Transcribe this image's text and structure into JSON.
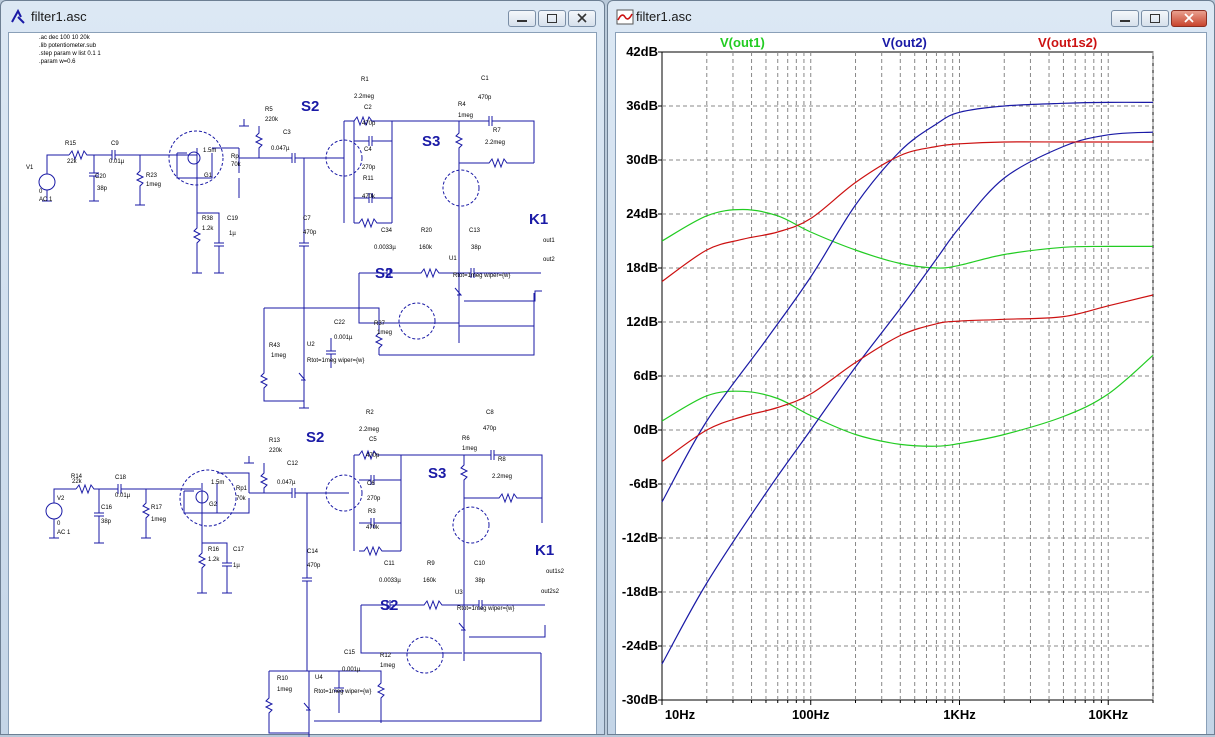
{
  "left_window": {
    "title": "filter1.asc",
    "directives": [
      ".ac dec 100 10 20k",
      ".lib potentiometer.sub",
      ".step param w list 0.1 1",
      ".param w=0.6"
    ],
    "labels": [
      {
        "t": "R15"
      },
      {
        "t": "22k"
      },
      {
        "t": "C9"
      },
      {
        "t": "0.01µ"
      },
      {
        "t": "V1"
      },
      {
        "t": "0"
      },
      {
        "t": "AC 1"
      },
      {
        "t": "C20"
      },
      {
        "t": "38p"
      },
      {
        "t": "R23"
      },
      {
        "t": "1meg"
      },
      {
        "t": "1.5m"
      },
      {
        "t": "Rp"
      },
      {
        "t": "70k"
      },
      {
        "t": "G1"
      },
      {
        "t": "R38"
      },
      {
        "t": "1.2k"
      },
      {
        "t": "C19"
      },
      {
        "t": "1µ"
      },
      {
        "t": "R5"
      },
      {
        "t": "220k"
      },
      {
        "t": "C3"
      },
      {
        "t": "0.047µ"
      },
      {
        "t": "R1"
      },
      {
        "t": "2.2meg"
      },
      {
        "t": "C2"
      },
      {
        "t": "470p"
      },
      {
        "t": "C4"
      },
      {
        "t": "270p"
      },
      {
        "t": "R11"
      },
      {
        "t": "470k"
      },
      {
        "t": "C1"
      },
      {
        "t": "470p"
      },
      {
        "t": "R4"
      },
      {
        "t": "1meg"
      },
      {
        "t": "R7"
      },
      {
        "t": "2.2meg"
      },
      {
        "t": "C7"
      },
      {
        "t": "470p"
      },
      {
        "t": "C34"
      },
      {
        "t": "0.0033µ"
      },
      {
        "t": "R20"
      },
      {
        "t": "160k"
      },
      {
        "t": "C13"
      },
      {
        "t": "38p"
      },
      {
        "t": "out1"
      },
      {
        "t": "U1"
      },
      {
        "t": "Rtot=1meg wiper={w}"
      },
      {
        "t": "out2"
      },
      {
        "t": "R43"
      },
      {
        "t": "1meg"
      },
      {
        "t": "U2"
      },
      {
        "t": "Rtot=1meg wiper={w}"
      },
      {
        "t": "C22"
      },
      {
        "t": "0.001µ"
      },
      {
        "t": "R37"
      },
      {
        "t": "1meg"
      },
      {
        "t": "R14"
      },
      {
        "t": "22k"
      },
      {
        "t": "C18"
      },
      {
        "t": "0.01µ"
      },
      {
        "t": "V2"
      },
      {
        "t": "0"
      },
      {
        "t": "AC 1"
      },
      {
        "t": "C16"
      },
      {
        "t": "38p"
      },
      {
        "t": "R17"
      },
      {
        "t": "1meg"
      },
      {
        "t": "1.5m"
      },
      {
        "t": "Rp1"
      },
      {
        "t": "70k"
      },
      {
        "t": "G2"
      },
      {
        "t": "R16"
      },
      {
        "t": "1.2k"
      },
      {
        "t": "C17"
      },
      {
        "t": "1µ"
      },
      {
        "t": "R13"
      },
      {
        "t": "220k"
      },
      {
        "t": "C12"
      },
      {
        "t": "0.047µ"
      },
      {
        "t": "R2"
      },
      {
        "t": "2.2meg"
      },
      {
        "t": "C5"
      },
      {
        "t": "470p"
      },
      {
        "t": "C6"
      },
      {
        "t": "270p"
      },
      {
        "t": "R3"
      },
      {
        "t": "470k"
      },
      {
        "t": "C8"
      },
      {
        "t": "470p"
      },
      {
        "t": "R6"
      },
      {
        "t": "1meg"
      },
      {
        "t": "R8"
      },
      {
        "t": "2.2meg"
      },
      {
        "t": "C14"
      },
      {
        "t": "470p"
      },
      {
        "t": "C11"
      },
      {
        "t": "0.0033µ"
      },
      {
        "t": "R9"
      },
      {
        "t": "160k"
      },
      {
        "t": "C10"
      },
      {
        "t": "38p"
      },
      {
        "t": "out1s2"
      },
      {
        "t": "U3"
      },
      {
        "t": "Rtot=1meg wiper={w}"
      },
      {
        "t": "out2s2"
      },
      {
        "t": "R10"
      },
      {
        "t": "1meg"
      },
      {
        "t": "U4"
      },
      {
        "t": "Rtot=1meg wiper={w}"
      },
      {
        "t": "C15"
      },
      {
        "t": "0.001µ"
      },
      {
        "t": "R12"
      },
      {
        "t": "1meg"
      }
    ],
    "big_labels": [
      {
        "t": "S2"
      },
      {
        "t": "S3"
      },
      {
        "t": "K1"
      },
      {
        "t": "S2"
      },
      {
        "t": "S2"
      },
      {
        "t": "S3"
      },
      {
        "t": "K1"
      },
      {
        "t": "S2"
      }
    ]
  },
  "right_window": {
    "title": "filter1.asc",
    "legend": [
      {
        "name": "V(out1)",
        "color": "#22cc22"
      },
      {
        "name": "V(out2)",
        "color": "#1a1aa6"
      },
      {
        "name": "V(out1s2)",
        "color": "#cc1111"
      }
    ],
    "y_ticks": [
      "42dB",
      "36dB",
      "30dB",
      "24dB",
      "18dB",
      "12dB",
      "6dB",
      "0dB",
      "-6dB",
      "-12dB",
      "-18dB",
      "-24dB",
      "-30dB"
    ],
    "x_ticks": [
      "10Hz",
      "100Hz",
      "1KHz",
      "10KHz"
    ]
  },
  "chart_data": {
    "type": "line",
    "xscale": "log",
    "xlim": [
      10,
      20000
    ],
    "ylim": [
      -30,
      42
    ],
    "grid": true,
    "ylabel": "",
    "xlabel": "",
    "series": [
      {
        "name": "V(out1)",
        "color": "#22cc22",
        "x": [
          10,
          20,
          35,
          60,
          100,
          200,
          400,
          700,
          1000,
          2000,
          5000,
          10000,
          20000
        ],
        "y": [
          21,
          23.8,
          24.5,
          23.8,
          22,
          20,
          18.5,
          18,
          18.3,
          19.5,
          20.3,
          20.4,
          20.4
        ]
      },
      {
        "name": "V(out1)",
        "color": "#22cc22",
        "x": [
          10,
          20,
          35,
          60,
          100,
          200,
          400,
          700,
          1000,
          2000,
          5000,
          10000,
          20000
        ],
        "y": [
          1,
          3.8,
          4.3,
          3.5,
          1.6,
          -0.5,
          -1.6,
          -1.8,
          -1.5,
          -0.5,
          1.5,
          4,
          8.3
        ]
      },
      {
        "name": "V(out2)",
        "color": "#1a1aa6",
        "x": [
          10,
          20,
          50,
          100,
          200,
          400,
          700,
          1000,
          2000,
          5000,
          10000,
          20000
        ],
        "y": [
          -8,
          1,
          10,
          17,
          25,
          31,
          34,
          35.3,
          36,
          36.3,
          36.4,
          36.4
        ]
      },
      {
        "name": "V(out2)",
        "color": "#1a1aa6",
        "x": [
          10,
          20,
          50,
          100,
          200,
          400,
          700,
          1000,
          2000,
          5000,
          10000,
          20000
        ],
        "y": [
          -26,
          -17,
          -7,
          0,
          7,
          13.5,
          19,
          22.5,
          28,
          31.5,
          32.8,
          33.1
        ]
      },
      {
        "name": "V(out1s2)",
        "color": "#cc1111",
        "x": [
          10,
          20,
          35,
          60,
          100,
          200,
          400,
          700,
          1000,
          2000,
          5000,
          10000,
          20000
        ],
        "y": [
          16.5,
          20,
          21.2,
          22,
          23.5,
          27.5,
          30.5,
          31.5,
          31.8,
          32,
          32,
          32,
          32
        ]
      },
      {
        "name": "V(out1s2)",
        "color": "#cc1111",
        "x": [
          10,
          20,
          35,
          60,
          100,
          200,
          400,
          700,
          1000,
          2000,
          5000,
          10000,
          20000
        ],
        "y": [
          -3.5,
          0,
          1.5,
          2.5,
          4,
          7.5,
          10.5,
          11.8,
          12.1,
          12.3,
          12.6,
          13.8,
          15
        ]
      }
    ]
  }
}
